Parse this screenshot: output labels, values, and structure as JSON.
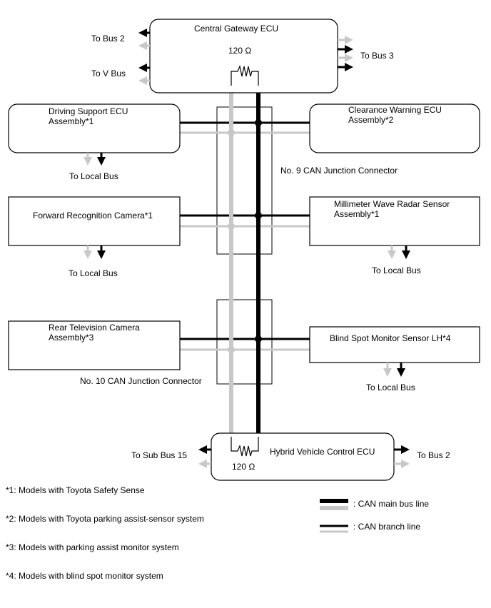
{
  "ecus": {
    "central_gateway": "Central Gateway ECU",
    "driving_support_1": "Driving Support ECU",
    "driving_support_2": "Assembly*1",
    "clearance_warning_1": "Clearance Warning ECU",
    "clearance_warning_2": "Assembly*2",
    "forward_camera": "Forward Recognition Camera*1",
    "mmw_radar_1": "Millimeter Wave Radar Sensor",
    "mmw_radar_2": "Assembly*1",
    "rear_tv_camera_1": "Rear Television Camera",
    "rear_tv_camera_2": "Assembly*3",
    "blind_spot_lh": "Blind Spot Monitor Sensor LH*4",
    "hybrid_vehicle": "Hybrid Vehicle Control ECU"
  },
  "resistors": {
    "gateway": "120 Ω",
    "hybrid": "120 Ω"
  },
  "connectors": {
    "jc9": "No. 9 CAN Junction Connector",
    "jc10": "No. 10 CAN Junction Connector"
  },
  "bus_labels": {
    "gw_bus2": "To Bus 2",
    "gw_vbus": "To V Bus",
    "gw_bus3": "To Bus 3",
    "ds_local": "To Local Bus",
    "fc_local": "To Local Bus",
    "mmw_local": "To Local Bus",
    "bsm_local": "To Local Bus",
    "hv_subbus15": "To Sub Bus 15",
    "hv_bus2": "To Bus 2"
  },
  "footnotes": [
    "*1: Models with Toyota Safety Sense",
    "*2: Models with Toyota parking assist-sensor system",
    "*3: Models with parking assist monitor system",
    "*4: Models with blind spot monitor system"
  ],
  "legend": {
    "main": ": CAN main bus line",
    "branch": ": CAN branch line"
  },
  "colors": {
    "can_high": "#000000",
    "can_low": "#c8c8c8"
  }
}
